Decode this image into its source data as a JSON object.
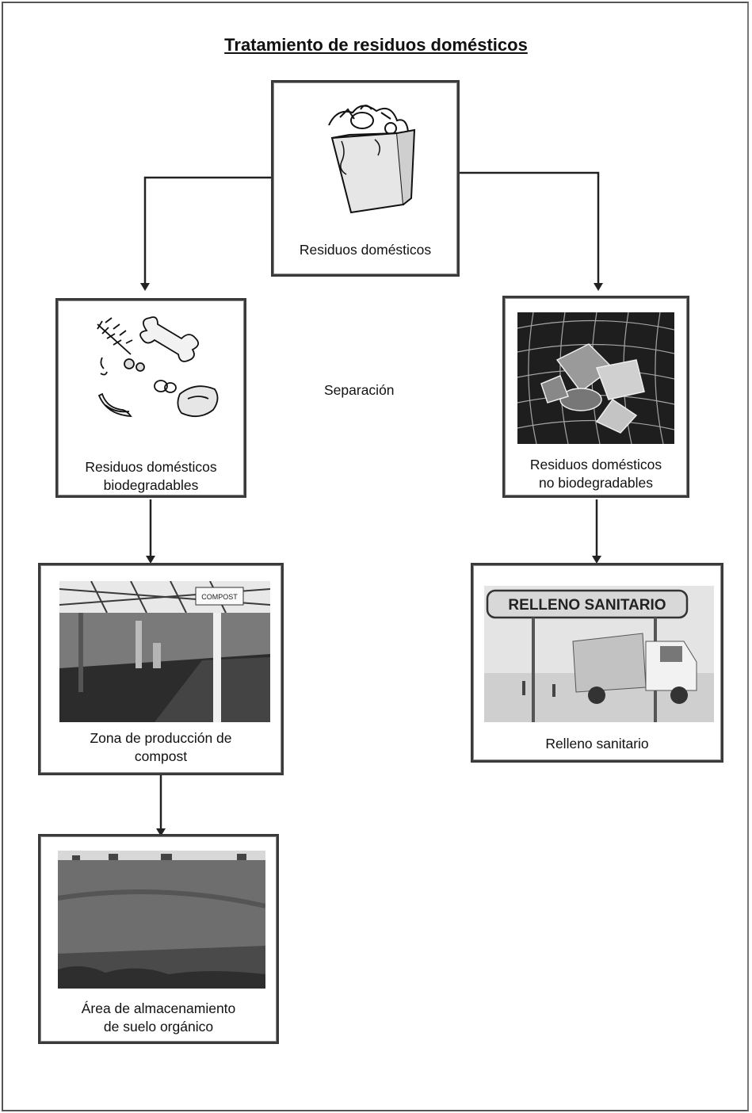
{
  "title": "Tratamiento de residuos domésticos",
  "separation_label": "Separación",
  "nodes": {
    "household": {
      "label": "Residuos domésticos",
      "icon": "trash-bin-icon"
    },
    "biodegradable": {
      "line1": "Residuos domésticos",
      "line2": "biodegradables",
      "icon": "food-scraps-icon"
    },
    "non_biodegradable": {
      "line1": "Residuos domésticos",
      "line2": "no biodegradables",
      "icon": "waste-pile-photo"
    },
    "compost": {
      "line1": "Zona de producción de",
      "line2": "compost",
      "sign_text": "COMPOST",
      "icon": "compost-facility-photo"
    },
    "landfill": {
      "label": "Relleno sanitario",
      "sign_text": "RELLENO SANITARIO",
      "icon": "landfill-truck-photo"
    },
    "storage": {
      "line1": "Área de almacenamiento",
      "line2": "de suelo orgánico",
      "icon": "soil-field-photo"
    }
  }
}
